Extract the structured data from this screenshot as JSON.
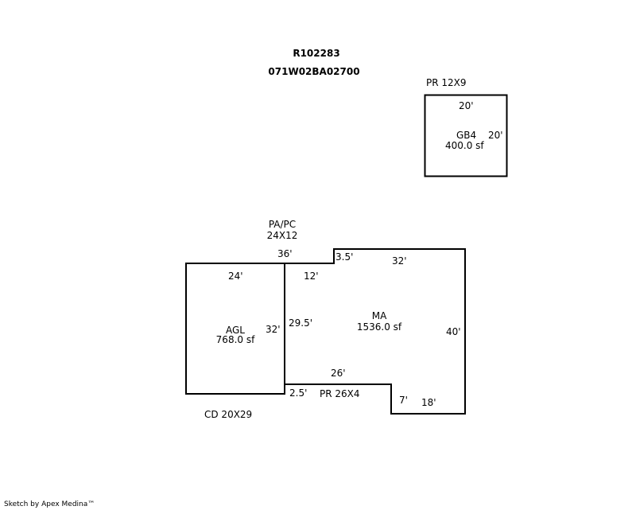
{
  "header": {
    "parcel_id": "R102283",
    "map_number": "071W02BA02700"
  },
  "areas": {
    "gb4": {
      "code": "GB4",
      "area": "400.0 sf",
      "top": "20'",
      "right": "20'",
      "label_above": "PR 12X9"
    },
    "agl": {
      "code": "AGL",
      "area": "768.0 sf",
      "top": "24'",
      "right": "32'",
      "label_below": "CD 20X29"
    },
    "ma": {
      "code": "MA",
      "area": "1536.0 sf",
      "top": "32'",
      "step": "3.5'",
      "left_top": "12'",
      "left": "29.5'",
      "right": "40'",
      "bottom": "26'",
      "notch_left": "2.5'",
      "notch_vertical": "7'",
      "notch_bottom": "18'",
      "above_span": "36'"
    },
    "porch": {
      "label": "PA/PC",
      "dims": "24X12"
    },
    "pr_bottom": "PR 26X4"
  },
  "footer": {
    "credit": "Sketch by Apex Medina™"
  }
}
